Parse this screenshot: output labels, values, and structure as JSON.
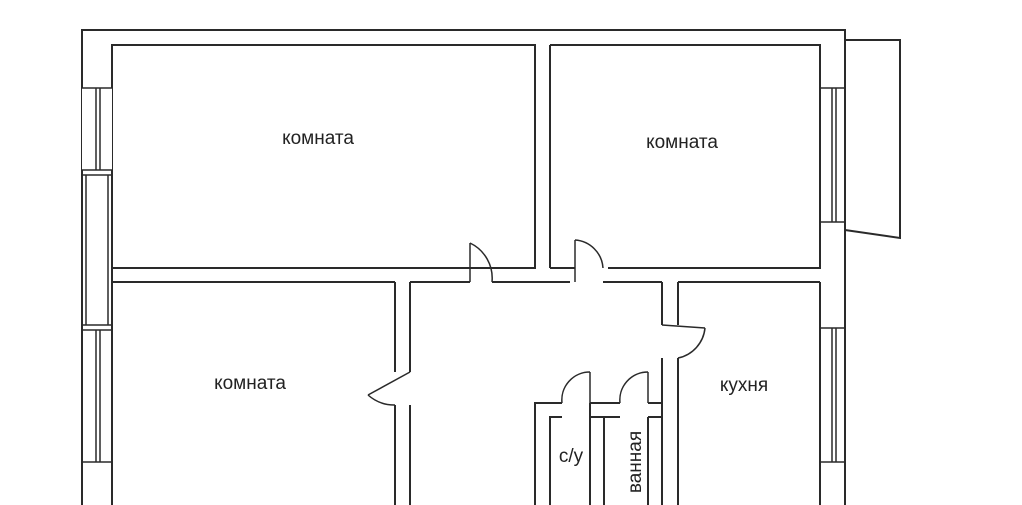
{
  "rooms": {
    "room_top_left": "комната",
    "room_top_right": "комната",
    "room_bottom_left": "комната",
    "kitchen": "кухня",
    "toilet": "с/у",
    "bathroom": "ванная"
  },
  "colors": {
    "wall": "#2a2a2a",
    "background": "#ffffff"
  }
}
